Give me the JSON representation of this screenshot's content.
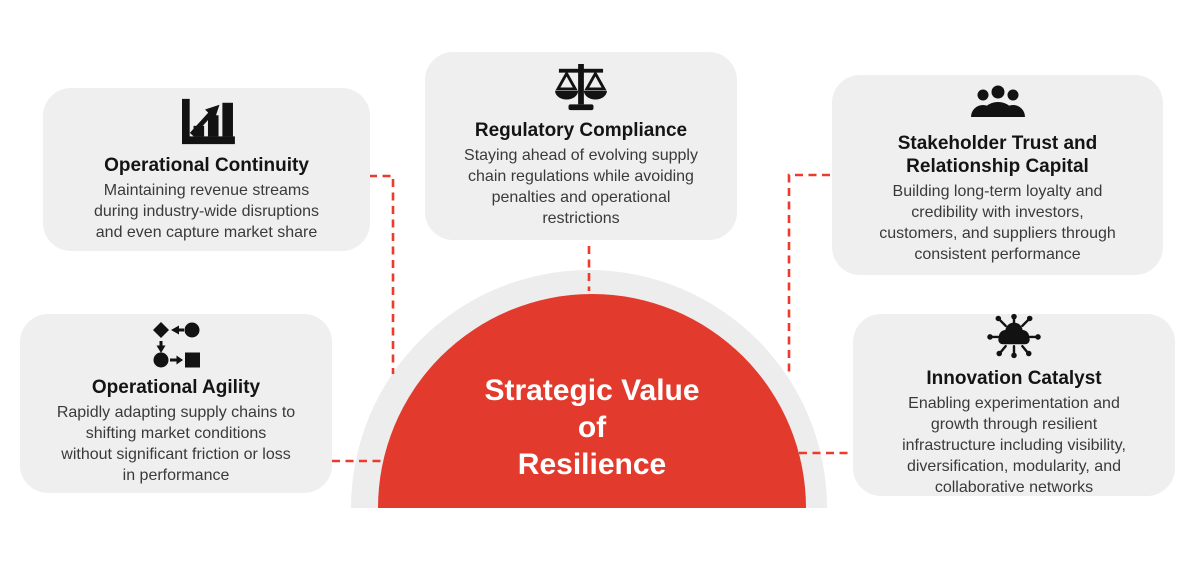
{
  "center": {
    "title_lines": [
      "Strategic Value",
      "of",
      "Resilience"
    ],
    "red_color": "#E23B2D",
    "arc_gray": "#EDEDED",
    "text_color": "#FFFFFF"
  },
  "connectors": {
    "color": "#EC3A2C",
    "style": "dashed"
  },
  "card_style": {
    "background": "#F0EFEF",
    "title_color": "#141414",
    "body_color": "#3A3A3A",
    "icon_color": "#121212"
  },
  "cards": [
    {
      "id": "operational-continuity",
      "icon": "bar-chart-growth-icon",
      "title_lines": [
        "Operational Continuity"
      ],
      "body_lines": [
        "Maintaining revenue streams",
        "during industry-wide disruptions",
        "and even capture market share"
      ]
    },
    {
      "id": "regulatory-compliance",
      "icon": "balance-scales-icon",
      "title_lines": [
        "Regulatory Compliance"
      ],
      "body_lines": [
        "Staying ahead of evolving supply",
        "chain regulations while avoiding",
        "penalties and operational",
        "restrictions"
      ]
    },
    {
      "id": "stakeholder-trust",
      "icon": "people-group-icon",
      "title_lines": [
        "Stakeholder Trust and",
        "Relationship Capital"
      ],
      "body_lines": [
        "Building long-term loyalty and",
        "credibility with investors,",
        "customers, and suppliers through",
        "consistent performance"
      ]
    },
    {
      "id": "operational-agility",
      "icon": "workflow-shapes-icon",
      "title_lines": [
        "Operational Agility"
      ],
      "body_lines": [
        "Rapidly adapting supply chains to",
        "shifting market conditions",
        "without significant friction or loss",
        "in performance"
      ]
    },
    {
      "id": "innovation-catalyst",
      "icon": "cloud-network-icon",
      "title_lines": [
        "Innovation Catalyst"
      ],
      "body_lines": [
        "Enabling experimentation and",
        "growth through resilient",
        "infrastructure including visibility,",
        "diversification, modularity, and",
        "collaborative networks"
      ]
    }
  ]
}
